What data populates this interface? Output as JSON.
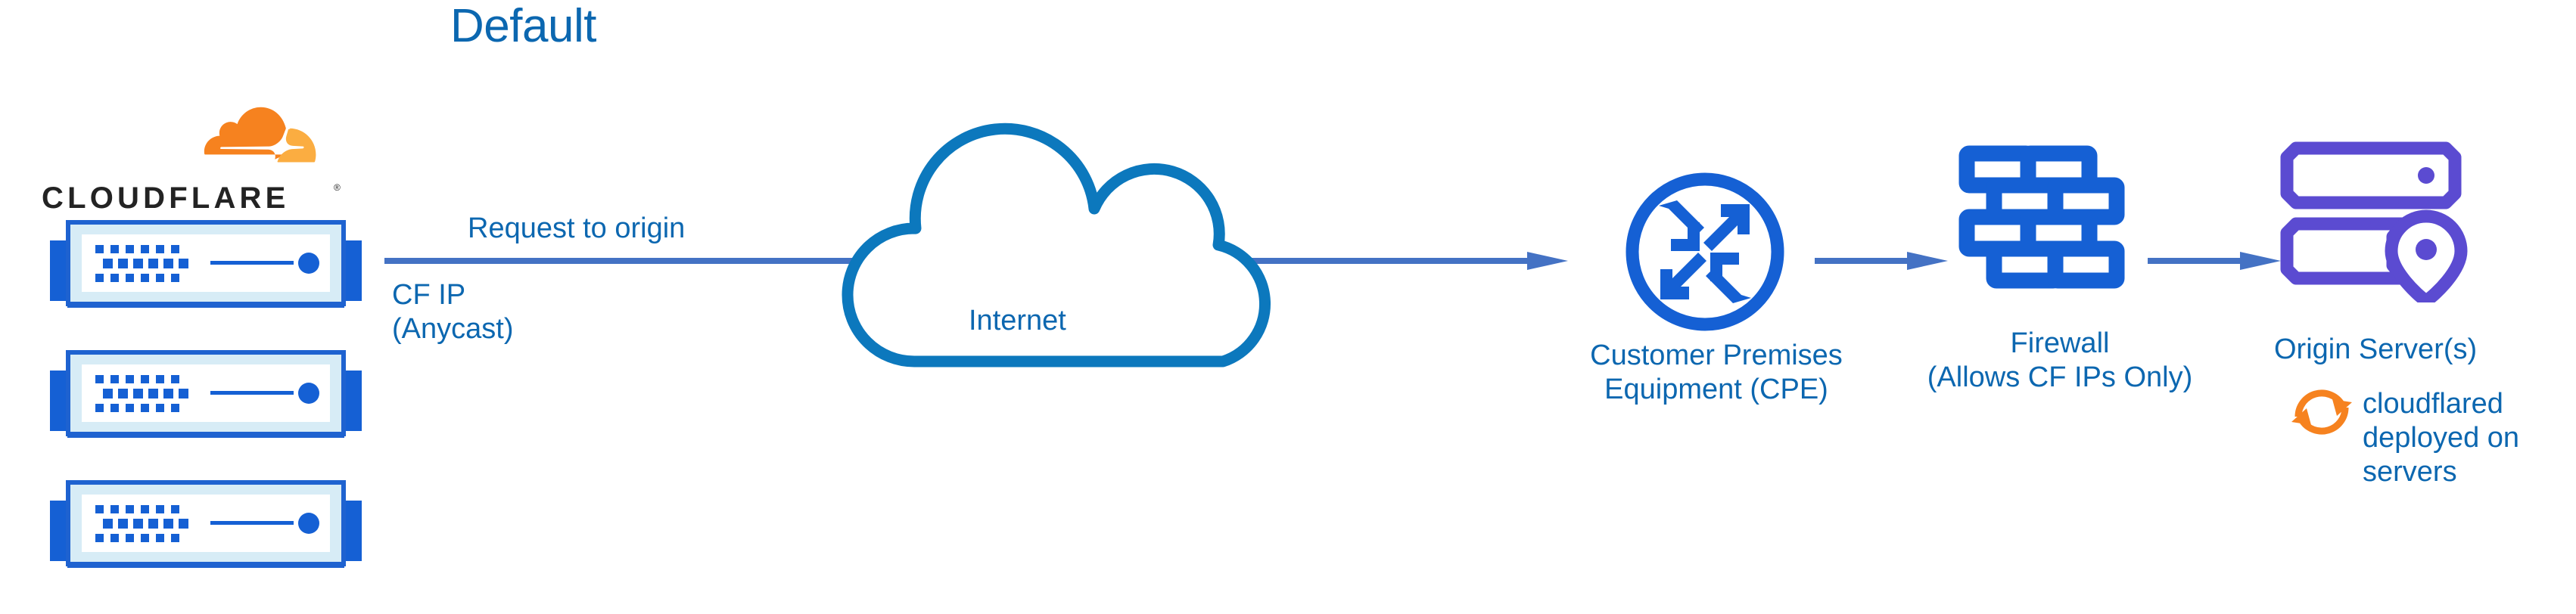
{
  "diagram": {
    "title": "Default",
    "brand": {
      "logo_name": "cloudflare-cloud-logo",
      "wordmark": "CLOUDFLARE",
      "registered_mark": "®",
      "orange": "#F6821F",
      "orange_light": "#FBAD41"
    },
    "colors": {
      "label_blue": "#0C67B0",
      "arrow_blue": "#4472C4",
      "icon_blue": "#1560D4",
      "server_fill": "#D7ECF6",
      "origin_purple": "#5B4BD1",
      "cloudflared_orange": "#F6821F"
    },
    "edge_servers": {
      "name": "cloudflare-edge-server",
      "count": 3
    },
    "labels": {
      "request_to_origin": "Request to origin",
      "cf_ip": "CF IP\n(Anycast)",
      "internet": "Internet",
      "cpe": "Customer Premises\nEquipment (CPE)",
      "firewall": "Firewall\n(Allows CF IPs Only)",
      "origin_server": "Origin Server(s)",
      "cloudflared": "cloudflared\ndeployed on\nservers"
    },
    "nodes": [
      {
        "id": "cloudflare-edge",
        "icon": "server-rack-icon",
        "label": "CLOUDFLARE"
      },
      {
        "id": "internet",
        "icon": "cloud-icon",
        "label": "Internet"
      },
      {
        "id": "cpe",
        "icon": "router-icon",
        "label": "Customer Premises Equipment (CPE)"
      },
      {
        "id": "firewall",
        "icon": "brick-wall-icon",
        "label": "Firewall (Allows CF IPs Only)"
      },
      {
        "id": "origin",
        "icon": "origin-server-icon",
        "label": "Origin Server(s)"
      }
    ],
    "connections": [
      {
        "from": "cloudflare-edge",
        "to": "cpe",
        "label": "Request to origin"
      },
      {
        "from": "cpe",
        "to": "firewall",
        "label": ""
      },
      {
        "from": "firewall",
        "to": "origin",
        "label": ""
      }
    ]
  }
}
